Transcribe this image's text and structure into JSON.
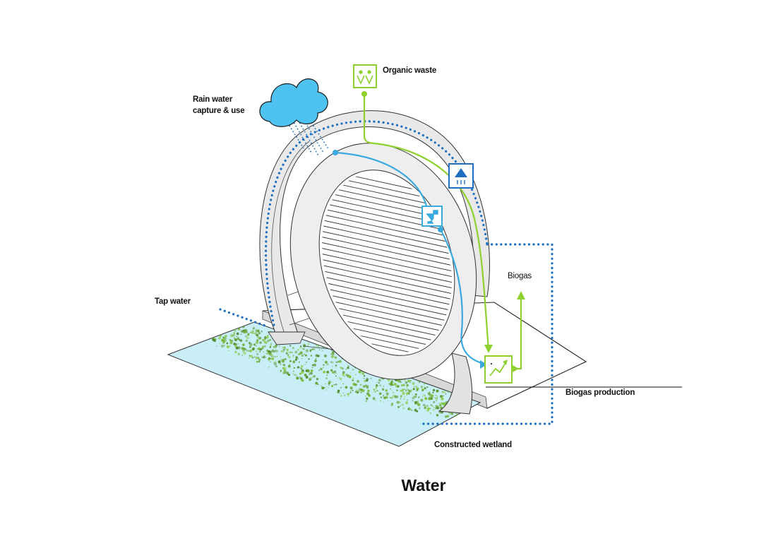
{
  "title": "Water",
  "labels": {
    "organic_waste": "Organic waste",
    "rain_water_line1": "Rain water",
    "rain_water_line2": "capture & use",
    "tap_water": "Tap water",
    "biogas": "Biogas",
    "biogas_production": "Biogas production",
    "constructed_wetland": "Constructed wetland"
  },
  "icons": {
    "organic_waste": "organic-waste-icon",
    "shower": "shower-icon",
    "toilet": "toilet-icon",
    "biogas_digester": "biogas-digester-icon",
    "cloud": "rain-cloud-icon"
  },
  "colors": {
    "water_blue": "#1f6fc0",
    "clean_water": "#3aa9e0",
    "organic_green": "#8ed12e",
    "cloud": "#4ec3f2",
    "wetland_water": "#c7ecf6",
    "vegetation": "#6fae3a"
  }
}
